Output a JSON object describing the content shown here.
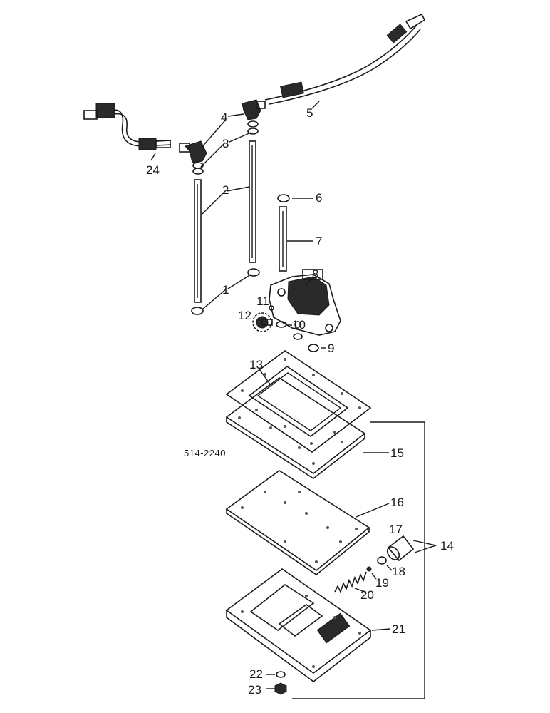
{
  "diagram": {
    "reference_number": "514-2240",
    "callouts": [
      {
        "id": "c1",
        "label": "1"
      },
      {
        "id": "c2",
        "label": "2"
      },
      {
        "id": "c3",
        "label": "3"
      },
      {
        "id": "c4",
        "label": "4"
      },
      {
        "id": "c5",
        "label": "5"
      },
      {
        "id": "c6",
        "label": "6"
      },
      {
        "id": "c7",
        "label": "7"
      },
      {
        "id": "c8",
        "label": "8"
      },
      {
        "id": "c9",
        "label": "9"
      },
      {
        "id": "c10",
        "label": "10"
      },
      {
        "id": "c11",
        "label": "11"
      },
      {
        "id": "c12",
        "label": "12"
      },
      {
        "id": "c13",
        "label": "13"
      },
      {
        "id": "c14",
        "label": "14"
      },
      {
        "id": "c15",
        "label": "15"
      },
      {
        "id": "c16",
        "label": "16"
      },
      {
        "id": "c17",
        "label": "17"
      },
      {
        "id": "c18",
        "label": "18"
      },
      {
        "id": "c19",
        "label": "19"
      },
      {
        "id": "c20",
        "label": "20"
      },
      {
        "id": "c21",
        "label": "21"
      },
      {
        "id": "c22",
        "label": "22"
      },
      {
        "id": "c23",
        "label": "23"
      },
      {
        "id": "c24",
        "label": "24"
      }
    ]
  }
}
